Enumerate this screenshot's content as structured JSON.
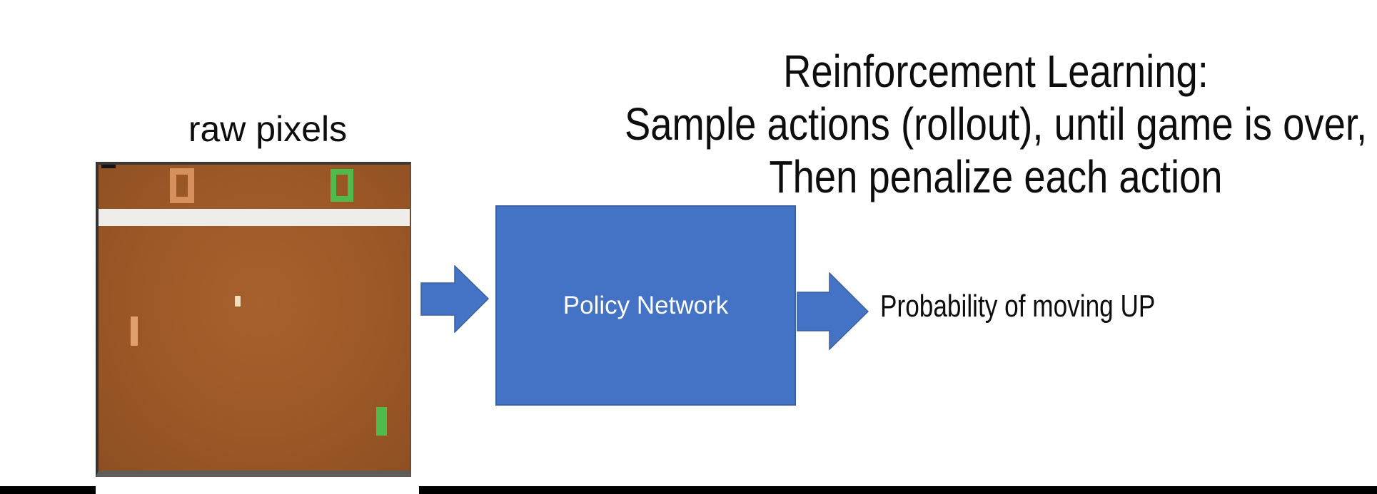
{
  "title": {
    "line1": "Reinforcement Learning:",
    "line2": "Sample actions (rollout), until game is over,",
    "line3": "Then penalize each action"
  },
  "diagram": {
    "raw_pixels_label": "raw pixels",
    "policy_box_label": "Policy Network",
    "output_label": "Probability of moving UP"
  },
  "game": {
    "description": "Atari Pong raw-pixels screenshot",
    "left_score": "0",
    "right_score": "0"
  },
  "colors": {
    "accent-blue": "#4472c4",
    "field-brown": "#9c5827",
    "field-brown-dark": "#8d4f22",
    "score-orange": "#d6905c",
    "paddle-tan": "#dfa06c",
    "atari-green": "#4fbb4a",
    "ball-cream": "#f2debc",
    "stripe-white": "#efedea",
    "text-black": "#0d0d0d"
  }
}
